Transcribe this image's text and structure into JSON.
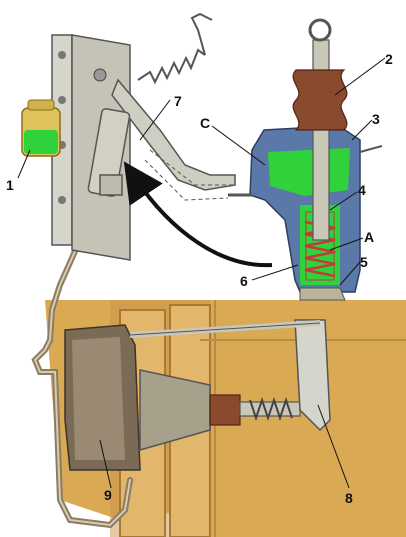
{
  "labels": {
    "n1": "1",
    "n2": "2",
    "n3": "3",
    "n4": "4",
    "n5": "5",
    "n6": "6",
    "n7": "7",
    "n8": "8",
    "n9": "9",
    "a": "A",
    "c": "C"
  },
  "colors": {
    "fluid": "#2fd23a",
    "metal": "#c9c7b8",
    "body": "#b9b49a",
    "rubber": "#8a4a2e",
    "cutaway": "#5b79a8",
    "spring": "#c23b3b",
    "engine_bg": "#d9a953",
    "arrow": "#111111"
  }
}
